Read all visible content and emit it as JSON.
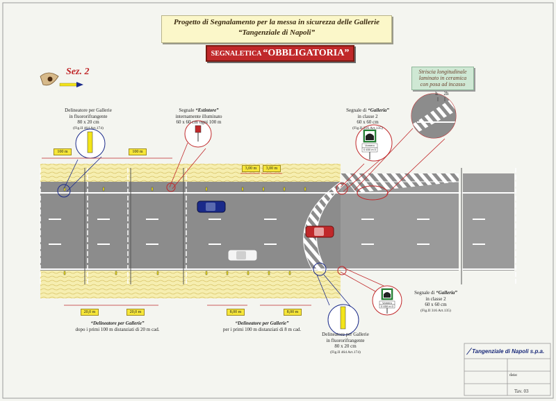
{
  "title": {
    "line1": "Progetto di Segnalamento per la messa in sicurezza delle Gallerie",
    "line2": "“Tangenziale di Napoli”"
  },
  "banner": {
    "prefix": "SEGNALETICA",
    "emph": "“OBBLIGATORIA”"
  },
  "section": "Sez. 2",
  "note": {
    "l1": "Striscia longitudinale",
    "l2": "laminato in ceramica",
    "l3": "con posa ad incasso"
  },
  "delineator_top": {
    "l1": "Delineatore per Gallerie",
    "l2": "in fluororifrangente",
    "l3": "80 x 20 cm",
    "ref": "(Fig.II 464 Art.174)"
  },
  "estintore": {
    "l1a": "Segnale",
    "l1b": "“Estintore”",
    "l2": "internamente illuminato",
    "l3": "60 x 60 cm ogni 100 m"
  },
  "galleria_top": {
    "l1a": "Segnale di",
    "l1b": "“Galleria”",
    "l2": "in classe 2",
    "l3": "60 x 60 cm",
    "ref": "(Fig.II 316 Art.135)"
  },
  "galleria_bottom": {
    "l1a": "Segnale di",
    "l1b": "“Galleria”",
    "l2": "in classe 2",
    "l3": "60 x 60 cm",
    "ref": "(Fig.II 316 Art.135)"
  },
  "delineator_bottom": {
    "l1": "Delineatore per Gallerie",
    "l2": "in fluororifrangente",
    "l3": "80 x 20 cm",
    "ref": "(Fig.II 464 Art.174)"
  },
  "dims_top": {
    "a": "100 m",
    "b": "100 m",
    "c": "3,00 m",
    "d": "3,00 m"
  },
  "dims_bottom": {
    "a": "20,0 m",
    "b": "20,0 m",
    "c": "8,00 m",
    "d": "8,00 m"
  },
  "stripe_dims": {
    "h": "h",
    "h2": "2h"
  },
  "bottom_left": {
    "title": "“Delineatore per Gallerie”",
    "text": "dopo i primi 100 m distanziati di 20 m cad."
  },
  "bottom_mid": {
    "title": "“Delineatore per Gallerie”",
    "text": "per i primi 100 m distanziati di 8 m cad."
  },
  "sign_text": {
    "name": "Vomero",
    "km": "0 450 m 0"
  },
  "company": "Tangenziale di Napoli s.p.a.",
  "data_label": "data:",
  "tav": "Tav. 03",
  "colors": {
    "road": "#8c8c8c",
    "shoulder": "#f6eeb0",
    "accent_red": "#c0282a",
    "sign_green": "#2a8a3a",
    "delineator_yellow": "#f3e41a"
  }
}
